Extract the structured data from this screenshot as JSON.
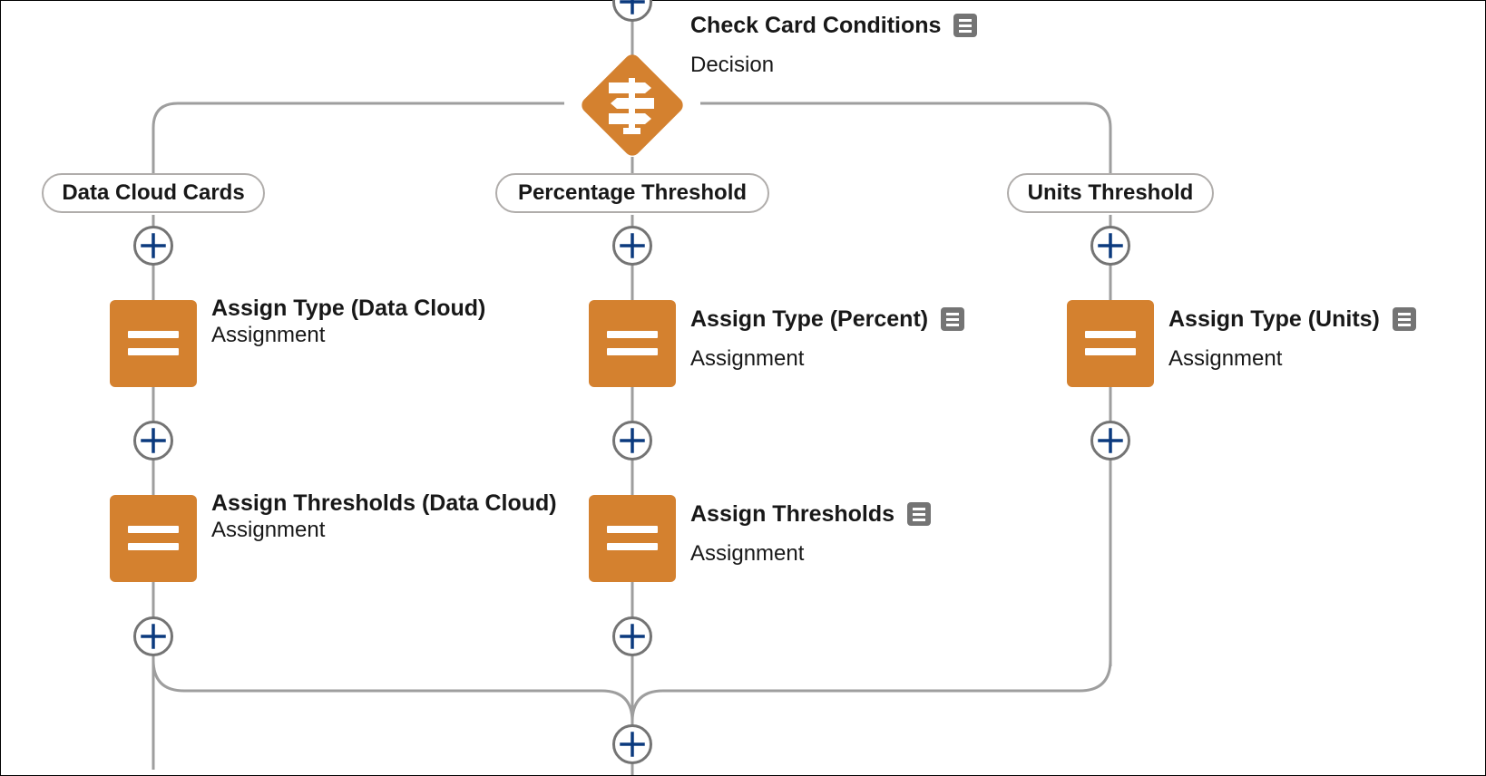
{
  "decision": {
    "title": "Check Card Conditions",
    "subtitle": "Decision",
    "icon": "signpost-icon"
  },
  "outcomes": [
    {
      "label": "Data Cloud Cards"
    },
    {
      "label": "Percentage Threshold"
    },
    {
      "label": "Units Threshold"
    }
  ],
  "nodes": {
    "assign_type_data_cloud": {
      "title": "Assign Type (Data Cloud)",
      "subtitle": "Assignment"
    },
    "assign_thresholds_data_cloud": {
      "title": "Assign Thresholds (Data Cloud)",
      "subtitle": "Assignment"
    },
    "assign_type_percent": {
      "title": "Assign Type (Percent)",
      "subtitle": "Assignment"
    },
    "assign_thresholds": {
      "title": "Assign Thresholds",
      "subtitle": "Assignment"
    },
    "assign_type_units": {
      "title": "Assign Type (Units)",
      "subtitle": "Assignment"
    }
  },
  "colors": {
    "node_orange": "#D4812F",
    "connector_gray": "#9E9E9E",
    "add_button_border": "#747474",
    "plus_blue": "#0B3A7E",
    "pill_border": "#B0ADAB",
    "description_icon": "#747474"
  },
  "icons": {
    "add_element": "plus-icon",
    "assignment": "assignment-icon",
    "description": "description-icon"
  }
}
